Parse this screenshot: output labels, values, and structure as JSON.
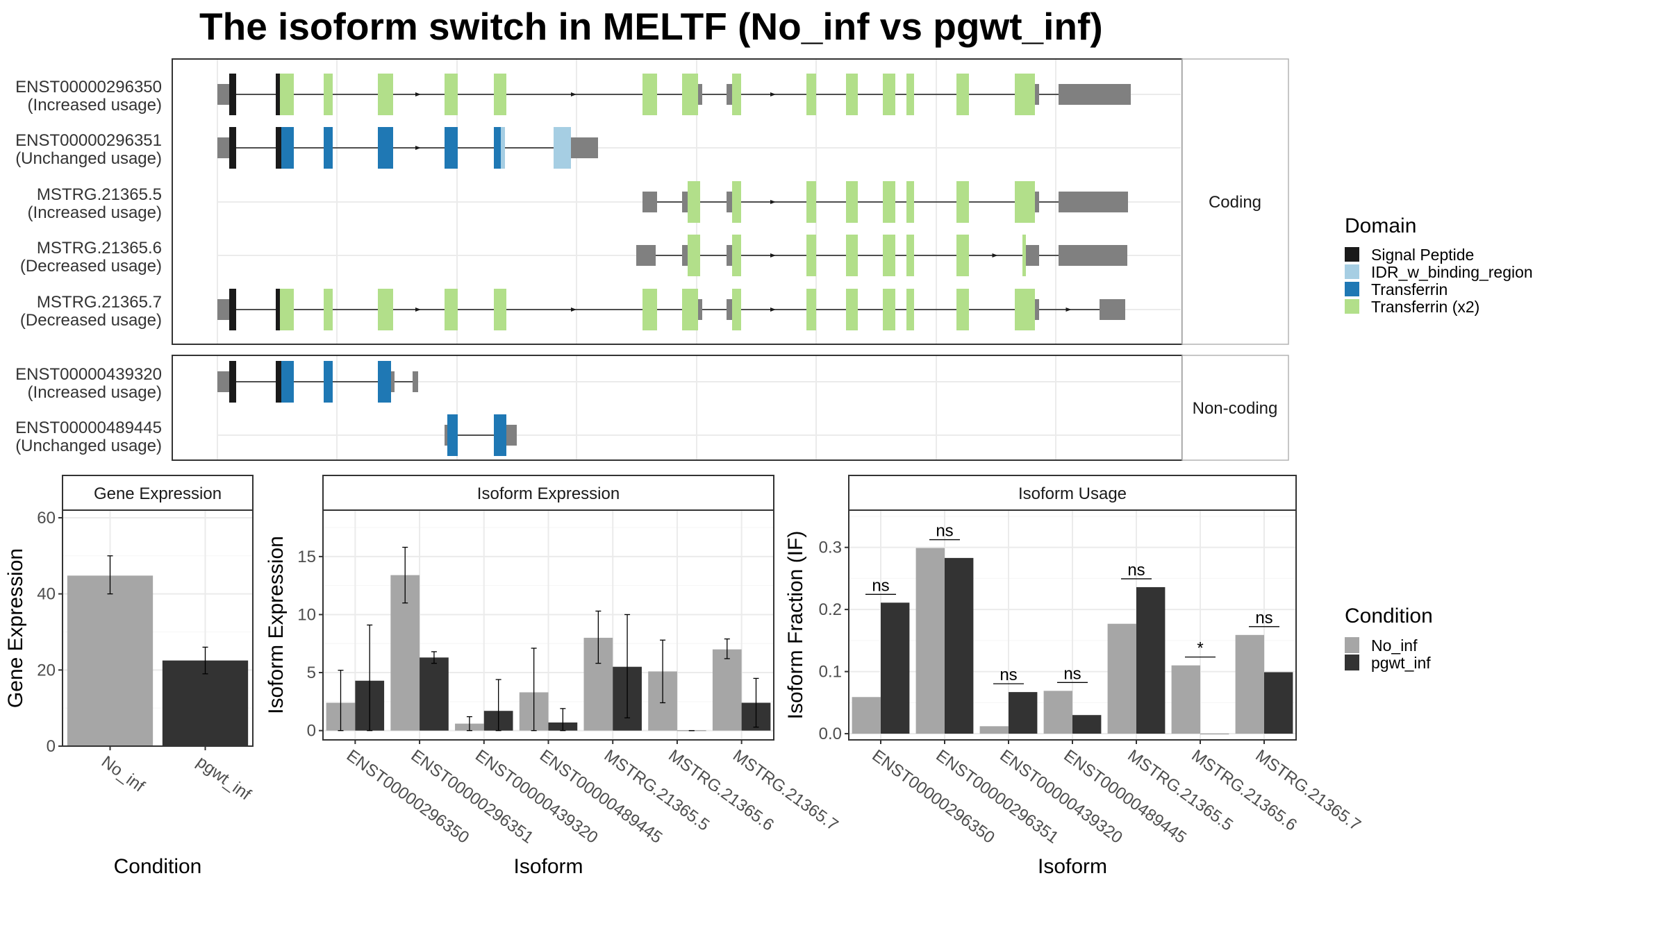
{
  "title": "The isoform switch in MELTF (No_inf vs pgwt_inf)",
  "colors": {
    "signal_peptide": "#1a1a1a",
    "idr": "#a6cee3",
    "transferrin": "#1f78b4",
    "transferrin_x2": "#b2df8a",
    "utr": "#808080",
    "no_inf": "#a6a6a6",
    "pgwt_inf": "#333333"
  },
  "structure": {
    "coding_label": "Coding",
    "noncoding_label": "Non-coding",
    "isoforms": [
      {
        "id": "ENST00000296350",
        "status": "(Increased usage)",
        "group": "coding"
      },
      {
        "id": "ENST00000296351",
        "status": "(Unchanged usage)",
        "group": "coding"
      },
      {
        "id": "MSTRG.21365.5",
        "status": "(Increased usage)",
        "group": "coding"
      },
      {
        "id": "MSTRG.21365.6",
        "status": "(Decreased usage)",
        "group": "coding"
      },
      {
        "id": "MSTRG.21365.7",
        "status": "(Decreased usage)",
        "group": "coding"
      },
      {
        "id": "ENST00000439320",
        "status": "(Increased usage)",
        "group": "noncoding"
      },
      {
        "id": "ENST00000489445",
        "status": "(Unchanged usage)",
        "group": "noncoding"
      }
    ]
  },
  "legend_domain": {
    "title": "Domain",
    "items": [
      "Signal Peptide",
      "IDR_w_binding_region",
      "Transferrin",
      "Transferrin (x2)"
    ]
  },
  "legend_condition": {
    "title": "Condition",
    "items": [
      "No_inf",
      "pgwt_inf"
    ]
  },
  "chart_data": [
    {
      "type": "bar",
      "title": "Gene Expression",
      "xlabel": "Condition",
      "ylabel": "Gene Expression",
      "categories": [
        "No_inf",
        "pgwt_inf"
      ],
      "values": [
        44.8,
        22.5
      ],
      "errors": [
        [
          40,
          50
        ],
        [
          19,
          26
        ]
      ],
      "ylim": [
        0,
        62
      ],
      "yticks": [
        0,
        20,
        40,
        60
      ],
      "grid": true
    },
    {
      "type": "bar",
      "title": "Isoform Expression",
      "xlabel": "Isoform",
      "ylabel": "Isoform Expression",
      "categories": [
        "ENST00000296350",
        "ENST00000296351",
        "ENST00000439320",
        "ENST00000489445",
        "MSTRG.21365.5",
        "MSTRG.21365.6",
        "MSTRG.21365.7"
      ],
      "series": [
        {
          "name": "No_inf",
          "values": [
            2.4,
            13.4,
            0.6,
            3.3,
            8.0,
            5.1,
            7.0
          ],
          "errors": [
            [
              0,
              5.2
            ],
            [
              11.0,
              15.8
            ],
            [
              0,
              1.2
            ],
            [
              0,
              7.1
            ],
            [
              5.8,
              10.3
            ],
            [
              2.4,
              7.8
            ],
            [
              6.2,
              7.9
            ]
          ]
        },
        {
          "name": "pgwt_inf",
          "values": [
            4.3,
            6.3,
            1.7,
            0.7,
            5.5,
            0.0,
            2.4
          ],
          "errors": [
            [
              0,
              9.1
            ],
            [
              5.8,
              6.8
            ],
            [
              0,
              4.4
            ],
            [
              0,
              1.9
            ],
            [
              1.1,
              10.0
            ],
            [
              0,
              0
            ],
            [
              0.3,
              4.5
            ]
          ]
        }
      ],
      "ylim": [
        -0.8,
        19
      ],
      "yticks": [
        0,
        5,
        10,
        15
      ],
      "grid": true
    },
    {
      "type": "bar",
      "title": "Isoform Usage",
      "xlabel": "Isoform",
      "ylabel": "Isoform Fraction (IF)",
      "categories": [
        "ENST00000296350",
        "ENST00000296351",
        "ENST00000439320",
        "ENST00000489445",
        "MSTRG.21365.5",
        "MSTRG.21365.6",
        "MSTRG.21365.7"
      ],
      "series": [
        {
          "name": "No_inf",
          "values": [
            0.059,
            0.299,
            0.012,
            0.069,
            0.177,
            0.11,
            0.159
          ]
        },
        {
          "name": "pgwt_inf",
          "values": [
            0.211,
            0.283,
            0.067,
            0.03,
            0.236,
            0.0,
            0.099
          ]
        }
      ],
      "significance": [
        "ns",
        "ns",
        "ns",
        "ns",
        "ns",
        "*",
        "ns"
      ],
      "ylim": [
        -0.01,
        0.36
      ],
      "yticks": [
        0.0,
        0.1,
        0.2,
        0.3
      ],
      "ytick_labels": [
        "0.0",
        "0.1",
        "0.2",
        "0.3"
      ],
      "grid": true
    }
  ]
}
